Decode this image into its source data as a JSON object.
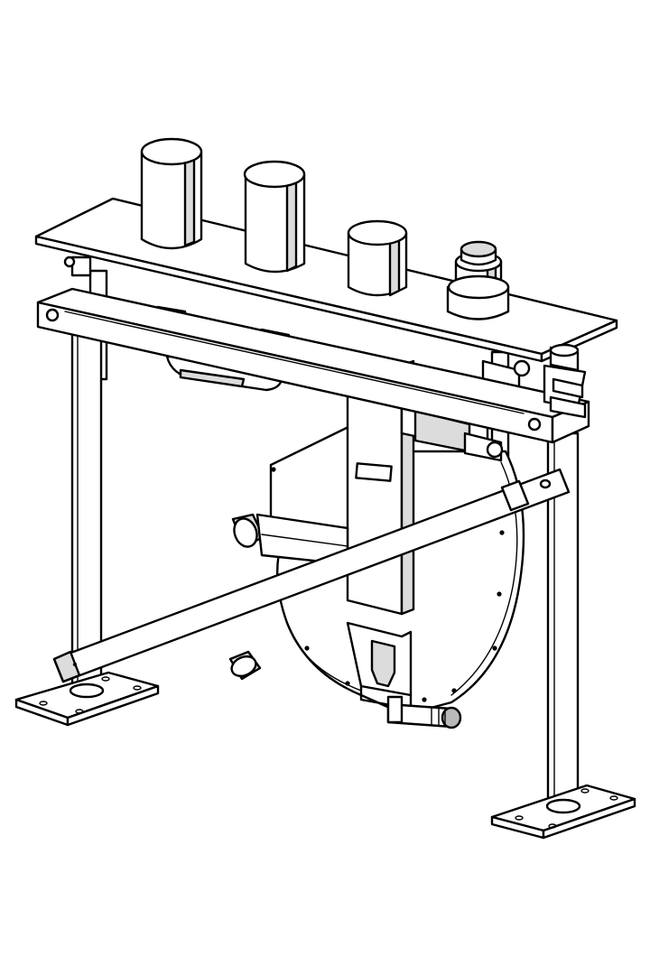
{
  "figure": {
    "kind": "technical line drawing",
    "colors": {
      "background": "#ffffff",
      "line": "#000000",
      "shade_light": "#dcdcdc",
      "shade_dark": "#b9b9b9"
    },
    "components": [
      "left-floor-foot",
      "right-floor-foot",
      "left-leg",
      "right-leg",
      "front-crossbar",
      "diagonal-brace",
      "top-deck-plate",
      "outlet-cylinders",
      "central-valve-body",
      "rounded-housing",
      "flex-hose",
      "outlet-spout"
    ]
  }
}
